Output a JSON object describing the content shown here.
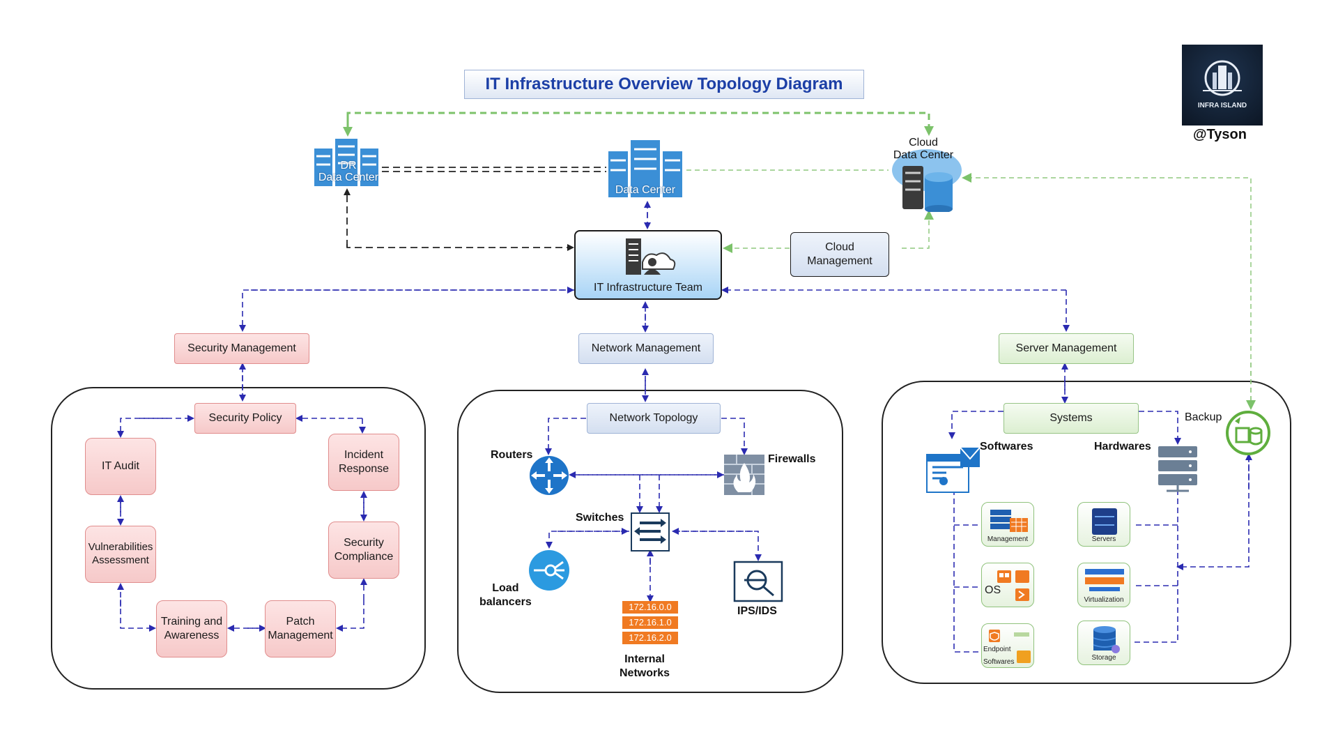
{
  "title": "IT Infrastructure Overview Topology Diagram",
  "brand": {
    "logo_text": "INFRA ISLAND",
    "handle": "@Tyson"
  },
  "top": {
    "dr_data_center": "DR\nData Center",
    "data_center": "Data Center",
    "cloud_data_center": "Cloud\nData Center",
    "cloud_management": "Cloud\nManagement",
    "it_team": "IT Infrastructure Team"
  },
  "security": {
    "management": "Security Management",
    "policy": "Security Policy",
    "it_audit": "IT Audit",
    "incident_response": "Incident\nResponse",
    "vulnerabilities": "Vulnerabilities\nAssessment",
    "compliance": "Security\nCompliance",
    "training": "Training and\nAwareness",
    "patch": "Patch\nManagement"
  },
  "network": {
    "management": "Network Management",
    "topology": "Network Topology",
    "routers": "Routers",
    "firewalls": "Firewalls",
    "switches": "Switches",
    "load_balancers": "Load\nbalancers",
    "ips_ids": "IPS/IDS",
    "internal_networks": "Internal\nNetworks",
    "subnets": [
      "172.16.0.0",
      "172.16.1.0",
      "172.16.2.0"
    ]
  },
  "server": {
    "management": "Server Management",
    "systems": "Systems",
    "backup": "Backup",
    "softwares": "Softwares",
    "hardwares": "Hardwares",
    "tile_management": "Management",
    "tile_servers": "Servers",
    "tile_os": "OS",
    "tile_virtualization": "Virtualization",
    "tile_endpoint": "Endpoint\nSoftwares",
    "tile_storage": "Storage"
  },
  "colors": {
    "title": "#1c3fa6",
    "arrow_blue": "#2a2ab0",
    "arrow_green": "#7cc26a",
    "arrow_black": "#222222"
  }
}
